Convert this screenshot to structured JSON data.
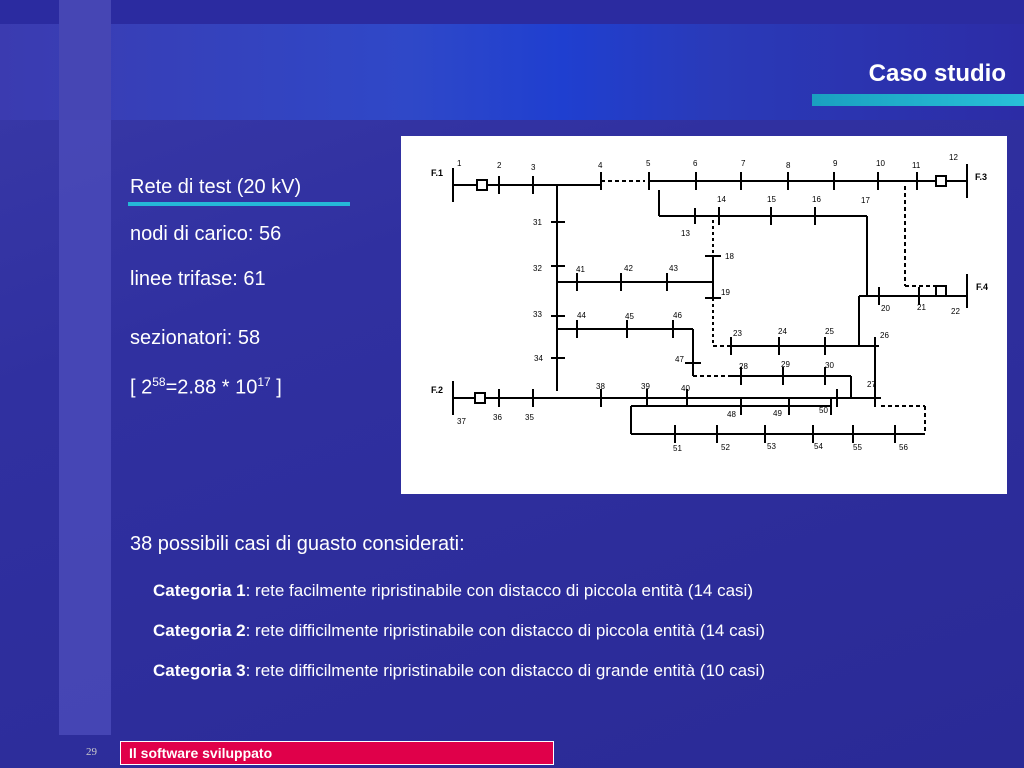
{
  "slide": {
    "title": "Caso studio",
    "page_number": "29",
    "footer": "Il software sviluppato"
  },
  "network_info": {
    "test_network": "Rete di test (20 kV)",
    "load_nodes": "nodi di carico: 56",
    "three_phase_lines": "linee trifase:  61",
    "switches": "sezionatori: 58",
    "combinations_prefix": "[ 2",
    "combinations_exp1": "58",
    "combinations_mid": "=2.88 * 10",
    "combinations_exp2": "17",
    "combinations_suffix": " ]"
  },
  "faults": {
    "heading": "38 possibili casi di guasto considerati:",
    "categories": [
      {
        "label": "Categoria 1",
        "text": ": rete facilmente ripristinabile con distacco di piccola entità (14 casi)"
      },
      {
        "label": "Categoria 2",
        "text": ": rete difficilmente ripristinabile con distacco di piccola entità (14 casi)"
      },
      {
        "label": "Categoria 3",
        "text": ": rete difficilmente ripristinabile con distacco di grande entità (10 casi)"
      }
    ]
  },
  "diagram": {
    "feeders": [
      "F.1",
      "F.2",
      "F.3",
      "F.4"
    ],
    "node_labels": [
      "1",
      "2",
      "3",
      "4",
      "5",
      "6",
      "7",
      "8",
      "9",
      "10",
      "11",
      "12",
      "13",
      "14",
      "15",
      "16",
      "17",
      "18",
      "19",
      "20",
      "21",
      "22",
      "23",
      "24",
      "25",
      "26",
      "27",
      "28",
      "29",
      "30",
      "31",
      "32",
      "33",
      "34",
      "35",
      "36",
      "37",
      "38",
      "39",
      "40",
      "41",
      "42",
      "43",
      "44",
      "45",
      "46",
      "47",
      "48",
      "49",
      "50",
      "51",
      "52",
      "53",
      "54",
      "55",
      "56"
    ]
  }
}
